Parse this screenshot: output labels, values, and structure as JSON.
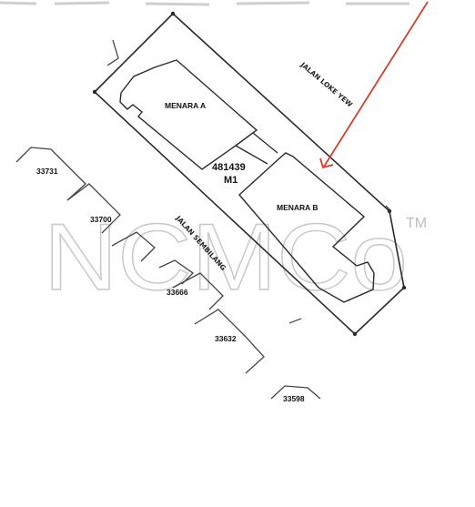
{
  "buildings": {
    "menara_a": "MENARA A",
    "menara_b": "MENARA B"
  },
  "lot": {
    "number": "481439",
    "subdivision": "M1"
  },
  "roads": {
    "jalan_loke_yew": "JALAN LOKE YEW",
    "jalan_sembilang": "JALAN SEMBILANG"
  },
  "neighbour_lots": [
    "33731",
    "33700",
    "33666",
    "33632",
    "33598"
  ],
  "watermark": {
    "text": "NCMCo",
    "trademark": "TM",
    "color": "#c8c8c8"
  },
  "colors": {
    "ink": "#2a2a2a",
    "arrow": "#d0402e"
  }
}
